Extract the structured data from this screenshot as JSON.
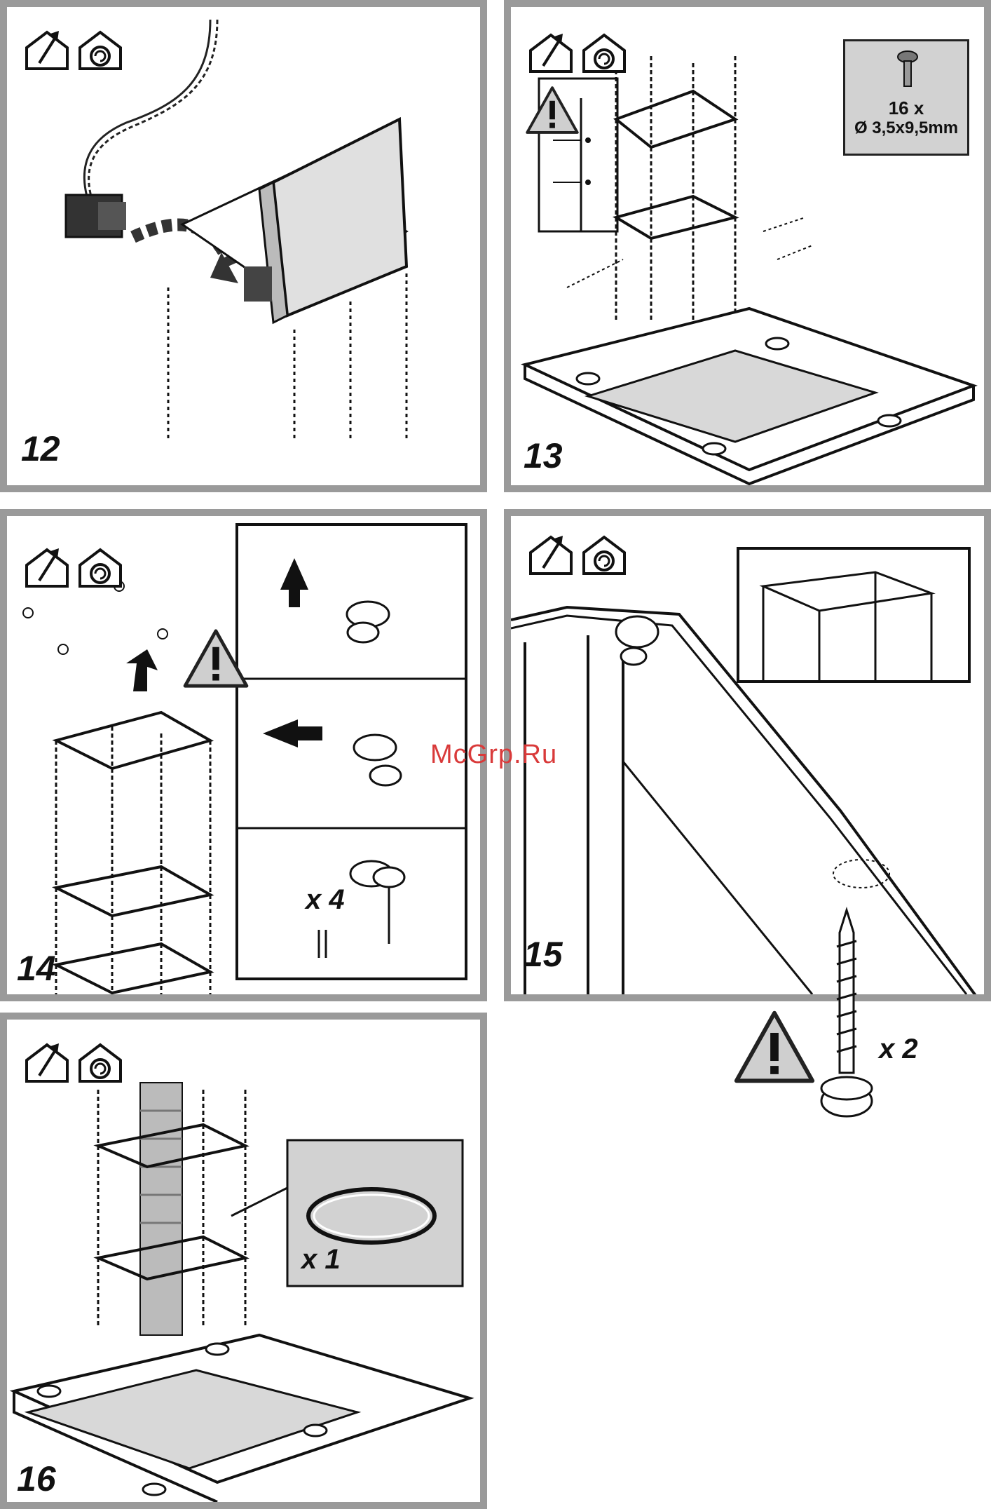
{
  "panels": [
    {
      "step": "12",
      "icons": [
        "ducted-house-icon",
        "recirculation-house-icon"
      ]
    },
    {
      "step": "13",
      "icons": [
        "ducted-house-icon",
        "recirculation-house-icon"
      ],
      "screw_qty": "16 x",
      "screw_size": "Ø 3,5x9,5mm"
    },
    {
      "step": "14",
      "icons": [
        "ducted-house-icon",
        "recirculation-house-icon"
      ],
      "multiplier": "x 4"
    },
    {
      "step": "15",
      "icons": [
        "ducted-house-icon",
        "recirculation-house-icon"
      ],
      "multiplier": "x 2"
    },
    {
      "step": "16",
      "icons": [
        "ducted-house-icon",
        "recirculation-house-icon"
      ],
      "multiplier": "x 1"
    }
  ],
  "watermark": "McGrp.Ru",
  "colors": {
    "frame": "#9a9a9a",
    "callout_fill": "#d2d2d2",
    "watermark": "#d93a3a"
  }
}
